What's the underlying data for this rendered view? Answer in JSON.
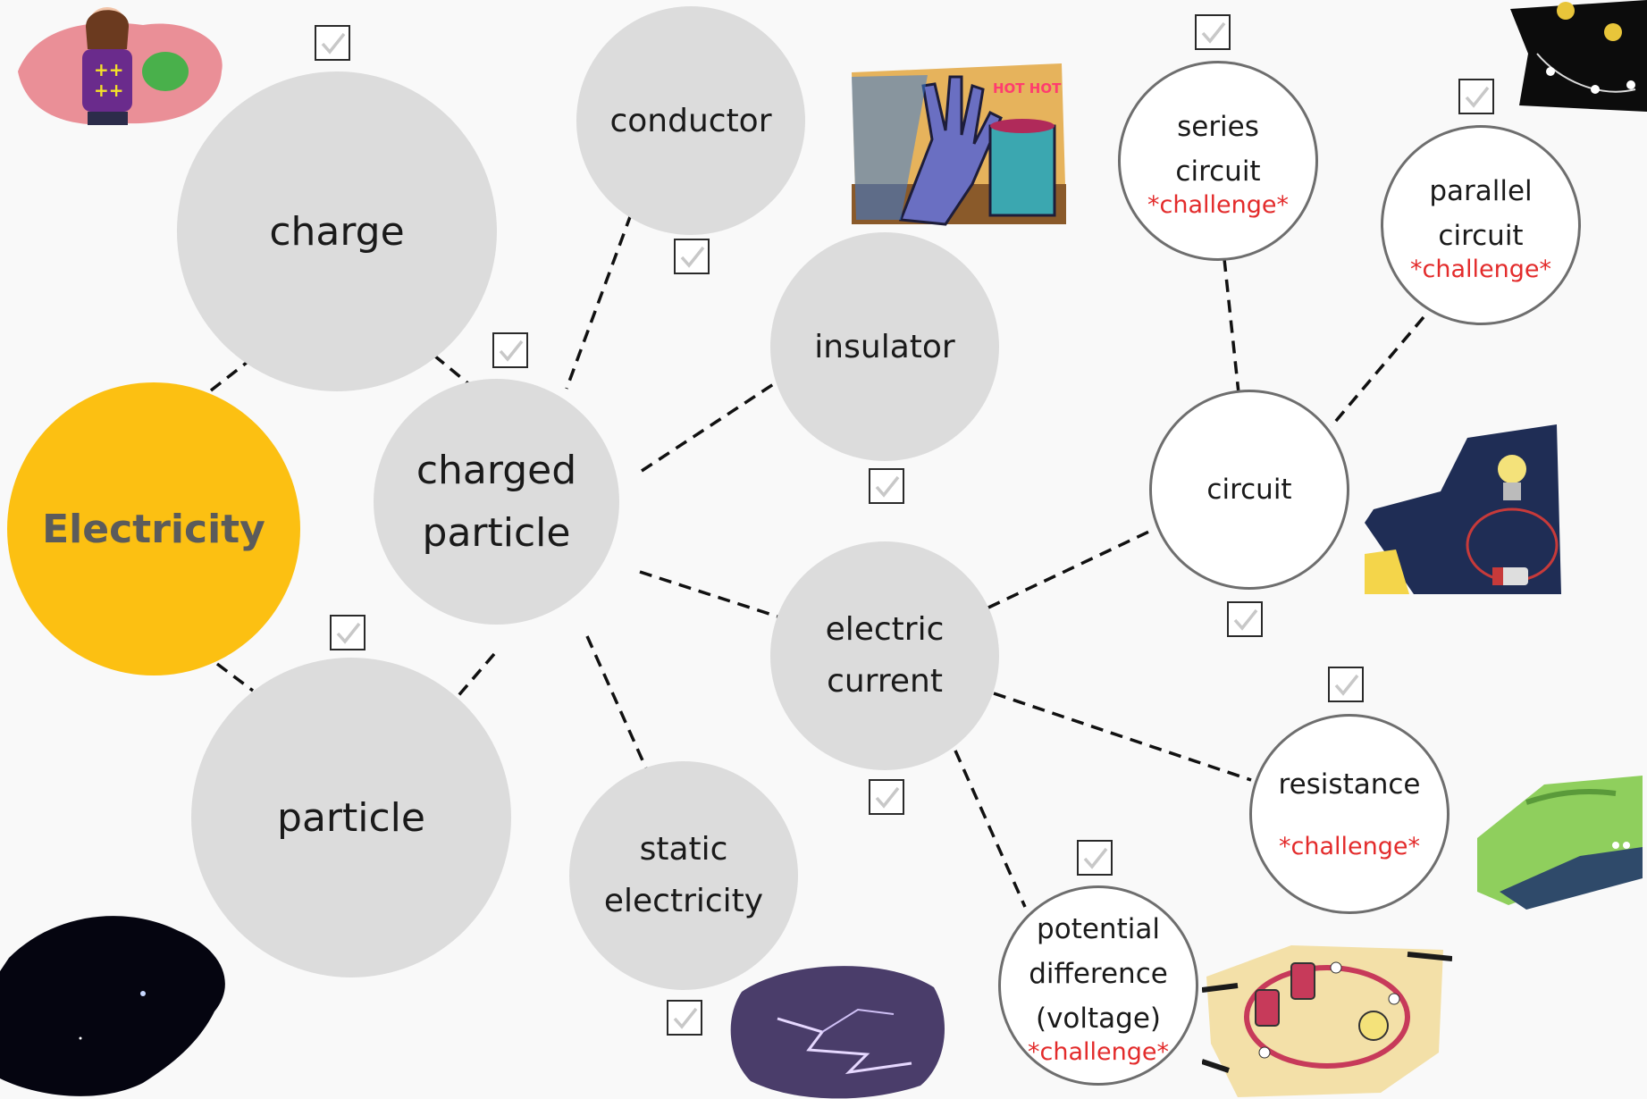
{
  "nodes": {
    "electricity": {
      "label": "Electricity"
    },
    "charge": {
      "label": "charge"
    },
    "conductor": {
      "label": "conductor"
    },
    "charged_particle": {
      "line1": "charged",
      "line2": "particle"
    },
    "insulator": {
      "label": "insulator"
    },
    "particle": {
      "label": "particle"
    },
    "static_electricity": {
      "line1": "static",
      "line2": "electricity"
    },
    "electric_current": {
      "line1": "electric",
      "line2": "current"
    },
    "series_circuit": {
      "line1": "series",
      "line2": "circuit",
      "challenge": "*challenge*"
    },
    "parallel_circuit": {
      "line1": "parallel",
      "line2": "circuit",
      "challenge": "*challenge*"
    },
    "circuit": {
      "label": "circuit"
    },
    "resistance": {
      "label": "resistance",
      "challenge": "*challenge*"
    },
    "potential_difference": {
      "line1": "potential",
      "line2": "difference",
      "line3": "(voltage)",
      "challenge": "*challenge*"
    }
  },
  "colors": {
    "main": "#fcc012",
    "grey_node": "#dcdcdc",
    "challenge": "#e32b2b",
    "link": "#111111"
  },
  "images": {
    "teacher": "teacher-with-balloon-illustration",
    "hand": "hot-hand-cup-illustration",
    "space": "starry-space-scribble",
    "lightning": "lightning-storm-scribble",
    "series_bulbs": "series-circuit-bulbs-illustration",
    "bulb_circuit": "bulb-battery-circuit-illustration",
    "river": "river-landscape-illustration",
    "battery_loop": "battery-loop-circuit-illustration"
  }
}
